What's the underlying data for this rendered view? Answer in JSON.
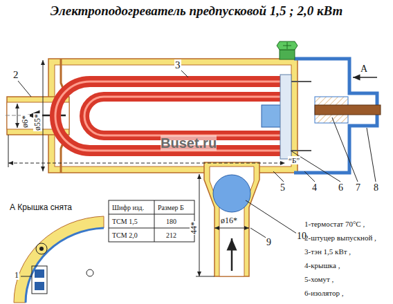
{
  "diagram": {
    "title": "Электроподогреватель предпусковой 1,5 ; 2,0 кВт",
    "labels": [
      "2",
      "ø6*",
      "3",
      "А",
      "“Б”",
      "ø55*",
      "44*",
      "А Крышка снята",
      "1",
      "5",
      "4",
      "6",
      "7",
      "8",
      "ø16*",
      "9",
      "10",
      "Шифр изд.",
      "Размер Б",
      "ТСМ 1,5",
      "180",
      "ТСМ 2,0",
      "212",
      "1-термостат 70°С ,",
      "2-штуцер выпускной ,",
      "3-тэн 1,5 кВт ,",
      "4-крышка ,",
      "5-хомут ,",
      "6-изолятор ,",
      "Buset.ru"
    ]
  }
}
